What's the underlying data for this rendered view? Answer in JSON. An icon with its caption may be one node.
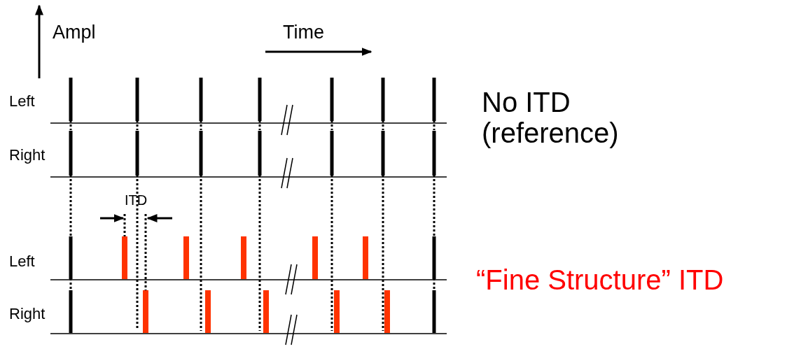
{
  "diagram": {
    "labels": [
      "Ampl",
      "Time",
      "Left",
      "Right",
      "No ITD (reference)",
      "ITD",
      "Left",
      "Right",
      "“Fine Structure” ITD"
    ]
  }
}
